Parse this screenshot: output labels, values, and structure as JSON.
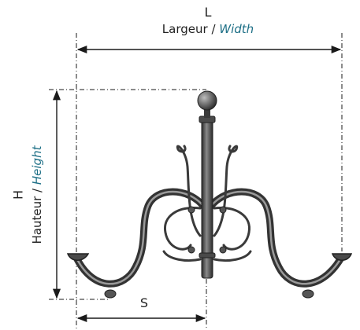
{
  "labels": {
    "width_symbol": "L",
    "width_fr": "Largeur / ",
    "width_en": "Width",
    "height_symbol": "H",
    "height_fr": "Hauteur / ",
    "height_en": "Height",
    "spacing_symbol": "S"
  },
  "colors": {
    "text": "#222222",
    "accent_italic": "#1d6f86",
    "line": "#1a1a1a",
    "metal_dark": "#2b2b2b",
    "metal_mid": "#5a5a5a",
    "metal_light": "#9a9a9a"
  }
}
